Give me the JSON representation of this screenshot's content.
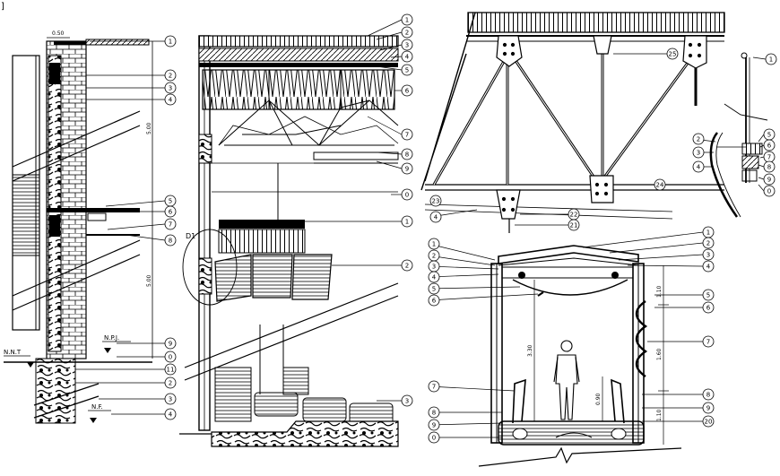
{
  "panel_a": {
    "dim_top": "0.50",
    "dim_upper": "5.00",
    "dim_lower": "5.00",
    "level_nnt": "N.N.T",
    "level_npj": "N.P.J.",
    "level_nf": "N.F.",
    "callouts": [
      "1",
      "2",
      "3",
      "4",
      "5",
      "6",
      "7",
      "8",
      "9",
      "0",
      "11",
      "2",
      "3",
      "4"
    ]
  },
  "panel_b": {
    "detail_tag": "D1",
    "callouts": [
      "1",
      "2",
      "3",
      "4",
      "5",
      "6",
      "7",
      "8",
      "9",
      "0",
      "1",
      "2",
      "3"
    ]
  },
  "panel_c": {
    "callouts": [
      "25",
      "24",
      "23",
      "4",
      "22",
      "21"
    ]
  },
  "panel_d": {
    "callouts": [
      "1",
      "5",
      "6",
      "7",
      "8",
      "9",
      "0",
      "2",
      "3",
      "4"
    ]
  },
  "panel_e": {
    "dim_left": "3.30",
    "dim_right_top": "1.10",
    "dim_right_mid": "1.60",
    "dim_right_bot": "1.10",
    "dim_inner": "0.90",
    "callouts_left": [
      "1",
      "2",
      "3",
      "4",
      "5",
      "6",
      "7",
      "8",
      "9",
      "0"
    ],
    "callouts_top_right": [
      "1",
      "2",
      "3",
      "4"
    ],
    "callouts_right": [
      "5",
      "6",
      "7",
      "8",
      "9",
      "20"
    ]
  },
  "corner_mark": "]"
}
